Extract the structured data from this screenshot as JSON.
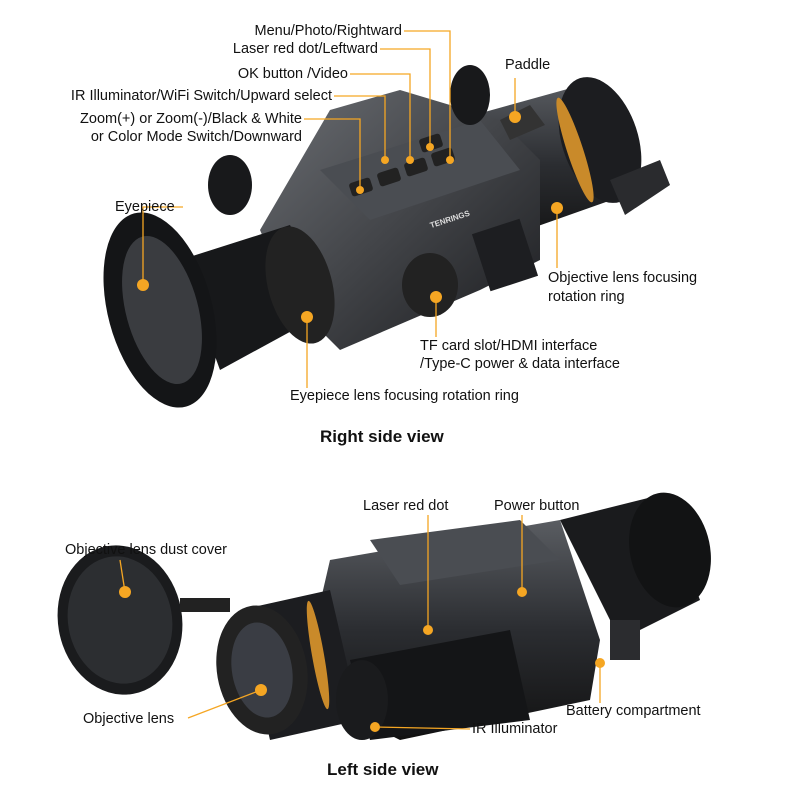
{
  "right_view": {
    "caption": "Right side view",
    "brand": "TENRINGS",
    "labels": {
      "menu": "Menu/Photo/Rightward",
      "laser": "Laser red dot/Leftward",
      "ok": "OK button /Video",
      "ir": "IR Illuminator/WiFi Switch/Upward select",
      "zoom_line1": "Zoom(+) or Zoom(-)/Black & White",
      "zoom_line2": "or Color Mode Switch/Downward",
      "paddle": "Paddle",
      "eyepiece": "Eyepiece",
      "objective_ring_line1": "Objective lens focusing",
      "objective_ring_line2": "rotation ring",
      "tf_line1": "TF card slot/HDMI interface",
      "tf_line2": "/Type-C power & data interface",
      "eyepiece_ring": "Eyepiece lens focusing rotation ring"
    }
  },
  "left_view": {
    "caption": "Left side view",
    "labels": {
      "laser": "Laser red dot",
      "power": "Power button",
      "dust_cover": "Objective lens dust cover",
      "objective": "Objective lens",
      "ir": "IR Illuminator",
      "battery": "Battery compartment"
    }
  },
  "colors": {
    "accent": "#f5a623",
    "body": "#2a2c30"
  }
}
